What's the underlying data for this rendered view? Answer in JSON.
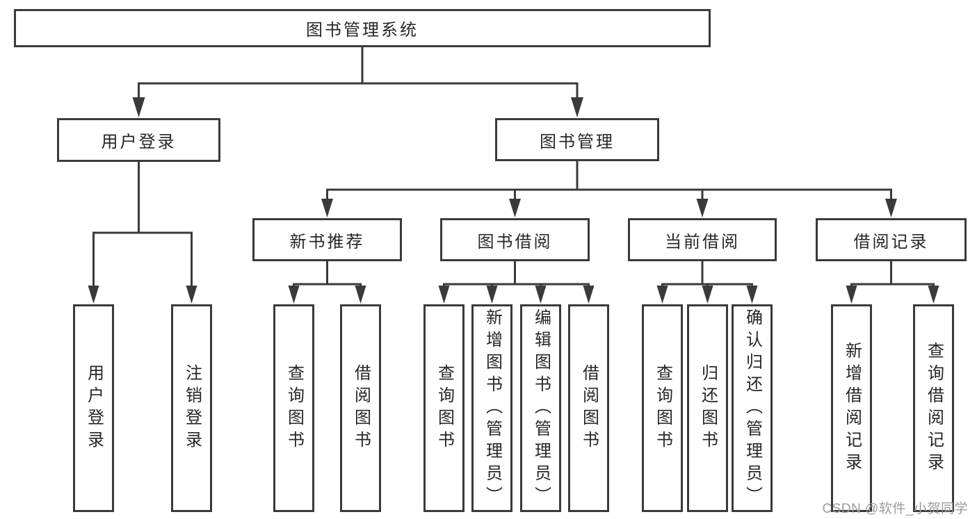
{
  "diagram": {
    "tree": {
      "label": "图书管理系统",
      "children": [
        {
          "label": "用户登录",
          "children": [
            {
              "label": "用户登录"
            },
            {
              "label": "注销登录"
            }
          ]
        },
        {
          "label": "图书管理",
          "children": [
            {
              "label": "新书推荐",
              "children": [
                {
                  "label": "查询图书"
                },
                {
                  "label": "借阅图书"
                }
              ]
            },
            {
              "label": "图书借阅",
              "children": [
                {
                  "label": "查询图书"
                },
                {
                  "label": "新增图书（管理员）"
                },
                {
                  "label": "编辑图书（管理员）"
                },
                {
                  "label": "借阅图书"
                }
              ]
            },
            {
              "label": "当前借阅",
              "children": [
                {
                  "label": "查询图书"
                },
                {
                  "label": "归还图书"
                },
                {
                  "label": "确认归还（管理员）"
                }
              ]
            },
            {
              "label": "借阅记录",
              "children": [
                {
                  "label": "新增借阅记录"
                },
                {
                  "label": "查询借阅记录"
                }
              ]
            }
          ]
        }
      ]
    }
  },
  "watermark": {
    "text": "CSDN @软件_小贺同学"
  },
  "colors": {
    "line": "#3a3a3a",
    "text": "#262626",
    "watermark": "#9b9b9b",
    "background": "#ffffff"
  }
}
